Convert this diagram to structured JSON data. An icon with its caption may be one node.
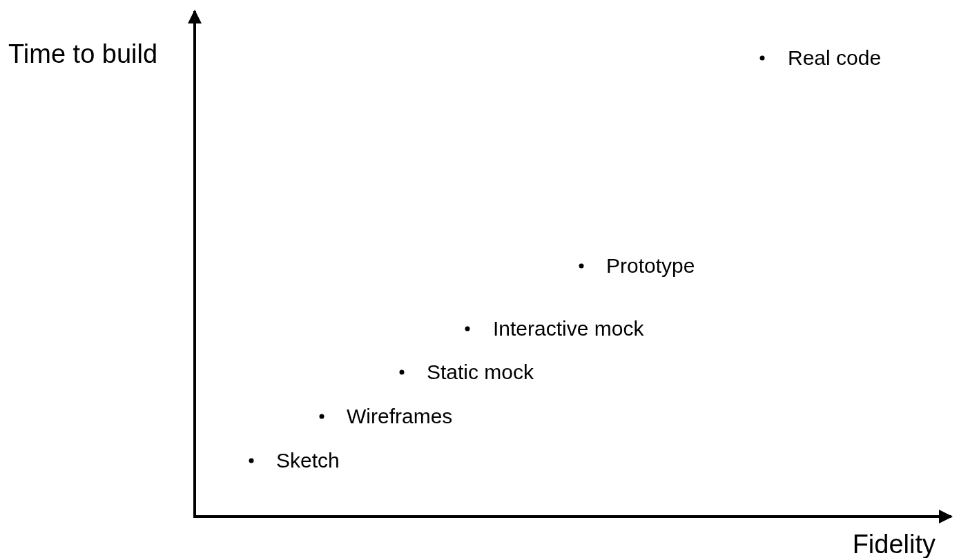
{
  "diagram": {
    "labels": [
      "Time to build",
      "Real code",
      "Prototype",
      "Interactive mock",
      "Static mock",
      "Wireframes",
      "Sketch",
      "Fidelity"
    ]
  }
}
